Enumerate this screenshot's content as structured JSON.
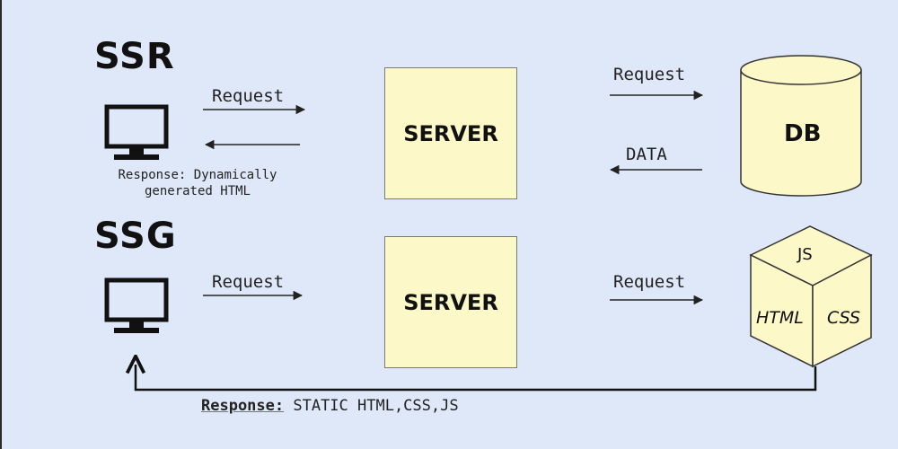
{
  "ssr": {
    "title": "SSR",
    "request_label": "Request",
    "response_note_line1": "Response: Dynamically",
    "response_note_line2": "generated HTML",
    "server_label": "SERVER",
    "db_request_label": "Request",
    "db_data_label": "DATA",
    "db_label": "DB"
  },
  "ssg": {
    "title": "SSG",
    "request_label": "Request",
    "server_label": "SERVER",
    "files_request_label": "Request",
    "cube_top": "JS",
    "cube_left": "HTML",
    "cube_right": "CSS",
    "response_prefix": "Response:",
    "response_value": " STATIC HTML,CSS,JS"
  },
  "icons": {
    "client": "monitor-icon",
    "database": "database-cylinder-icon",
    "static_files": "cube-icon"
  },
  "colors": {
    "background": "#dfe8f8",
    "box_fill": "#fdf8c8",
    "stroke": "#111111"
  }
}
